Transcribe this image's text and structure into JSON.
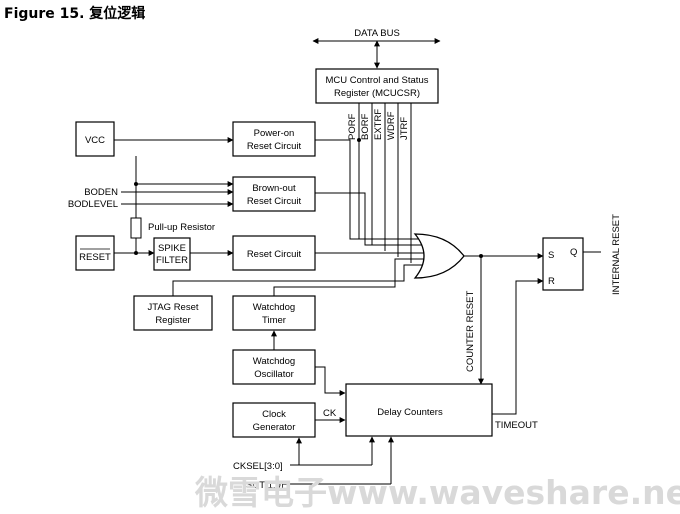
{
  "title": "Figure 15.  复位逻辑",
  "bus": {
    "label": "DATA BUS"
  },
  "mcucsr": {
    "line1": "MCU Control and Status",
    "line2": "Register (MCUCSR)"
  },
  "flags": [
    "PORF",
    "BORF",
    "EXTRF",
    "WDRF",
    "JTRF"
  ],
  "vcc": "VCC",
  "power_on": {
    "line1": "Power-on",
    "line2": "Reset Circuit"
  },
  "brown_out": {
    "line1": "Brown-out",
    "line2": "Reset Circuit"
  },
  "boden": "BODEN",
  "bodlevel": "BODLEVEL",
  "pullup": "Pull-up Resistor",
  "reset_pin": "RESET",
  "spike_filter": {
    "line1": "SPIKE",
    "line2": "FILTER"
  },
  "reset_circuit": "Reset Circuit",
  "jtag": {
    "line1": "JTAG Reset",
    "line2": "Register"
  },
  "watchdog_timer": {
    "line1": "Watchdog",
    "line2": "Timer"
  },
  "watchdog_osc": {
    "line1": "Watchdog",
    "line2": "Oscillator"
  },
  "clock_gen": {
    "line1": "Clock",
    "line2": "Generator"
  },
  "ck": "CK",
  "delay_counters": "Delay Counters",
  "timeout": "TIMEOUT",
  "counter_reset": "COUNTER RESET",
  "flipflop": {
    "s": "S",
    "r": "R",
    "q": "Q"
  },
  "internal_reset": "INTERNAL RESET",
  "cksel": "CKSEL[3:0]",
  "sut": "SUT[1:0]",
  "watermark": "微雪电子www.waveshare.net"
}
